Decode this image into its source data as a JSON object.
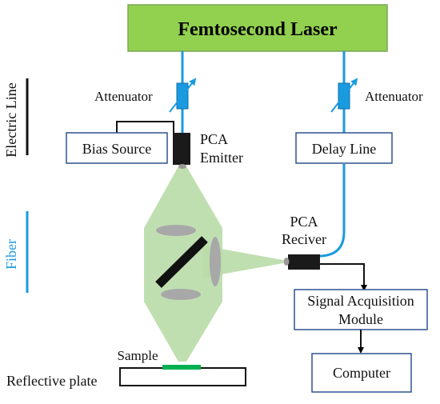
{
  "title": "Femtosecond Laser",
  "labels": {
    "attenuator_left": "Attenuator",
    "attenuator_right": "Attenuator",
    "bias_source": "Bias Source",
    "pca_emitter_line1": "PCA",
    "pca_emitter_line2": "Emitter",
    "delay_line": "Delay Line",
    "pca_receiver_line1": "PCA",
    "pca_receiver_line2": "Reciver",
    "signal_acq_line1": "Signal Acquisition",
    "signal_acq_line2": "Module",
    "computer": "Computer",
    "sample": "Sample",
    "reflective_plate": "Reflective plate"
  },
  "legend": {
    "electric_line": "Electric Line",
    "fiber": "Fiber"
  },
  "colors": {
    "laser_fill": "#92d050",
    "laser_border": "#7aa850",
    "fiber": "#1a9be0",
    "beam": "#b9dca8",
    "box_border": "#2f528f",
    "lens": "#a8a8a8",
    "sample": "#00b050",
    "component": "#1a1a1a"
  }
}
